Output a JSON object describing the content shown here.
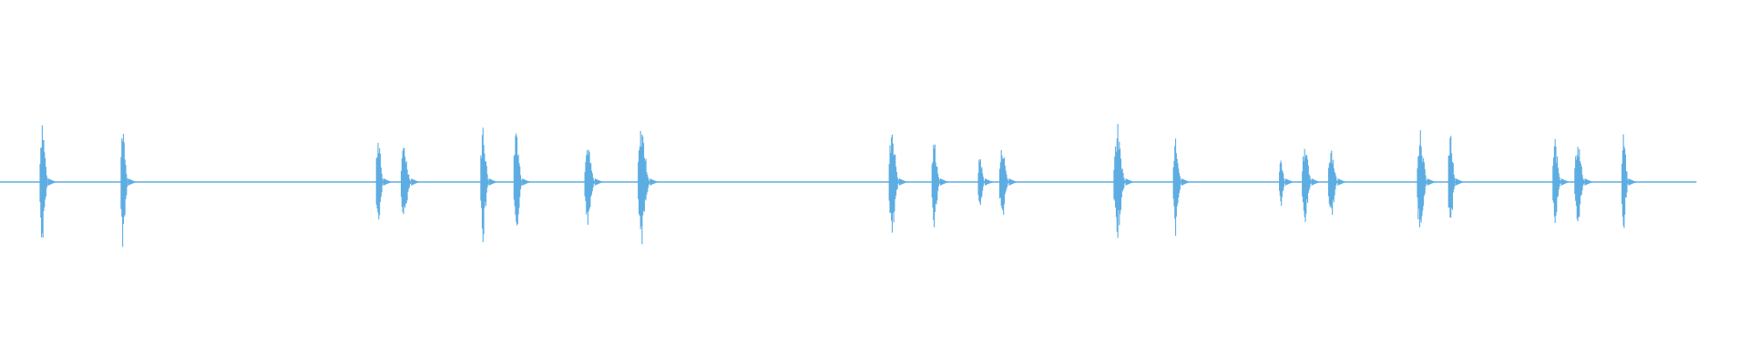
{
  "waveform": {
    "color": "#5DADE2",
    "baseline_color": "#5DADE2",
    "background": "#ffffff",
    "duration_fraction_shown": 0.97,
    "bursts": [
      {
        "time": 0.025,
        "amp_up": 0.63,
        "amp_down": 0.63,
        "width": 0.0025
      },
      {
        "time": 0.071,
        "amp_up": 0.63,
        "amp_down": 0.63,
        "width": 0.0022
      },
      {
        "time": 0.217,
        "amp_up": 0.5,
        "amp_down": 0.5,
        "width": 0.0022
      },
      {
        "time": 0.232,
        "amp_up": 0.38,
        "amp_down": 0.38,
        "width": 0.003
      },
      {
        "time": 0.277,
        "amp_up": 0.58,
        "amp_down": 0.58,
        "width": 0.0025
      },
      {
        "time": 0.296,
        "amp_up": 0.6,
        "amp_down": 0.6,
        "width": 0.0025
      },
      {
        "time": 0.337,
        "amp_up": 0.4,
        "amp_down": 0.4,
        "width": 0.003
      },
      {
        "time": 0.368,
        "amp_up": 0.58,
        "amp_down": 0.58,
        "width": 0.0035
      },
      {
        "time": 0.511,
        "amp_up": 0.58,
        "amp_down": 0.58,
        "width": 0.003
      },
      {
        "time": 0.535,
        "amp_up": 0.42,
        "amp_down": 0.42,
        "width": 0.0025
      },
      {
        "time": 0.561,
        "amp_up": 0.28,
        "amp_down": 0.28,
        "width": 0.002
      },
      {
        "time": 0.574,
        "amp_up": 0.38,
        "amp_down": 0.38,
        "width": 0.0028
      },
      {
        "time": 0.64,
        "amp_up": 0.55,
        "amp_down": 0.55,
        "width": 0.0035
      },
      {
        "time": 0.673,
        "amp_up": 0.5,
        "amp_down": 0.5,
        "width": 0.0025
      },
      {
        "time": 0.733,
        "amp_up": 0.25,
        "amp_down": 0.25,
        "width": 0.0018
      },
      {
        "time": 0.747,
        "amp_up": 0.42,
        "amp_down": 0.42,
        "width": 0.0028
      },
      {
        "time": 0.762,
        "amp_up": 0.38,
        "amp_down": 0.38,
        "width": 0.0028
      },
      {
        "time": 0.813,
        "amp_up": 0.56,
        "amp_down": 0.56,
        "width": 0.003
      },
      {
        "time": 0.83,
        "amp_up": 0.5,
        "amp_down": 0.5,
        "width": 0.0022
      },
      {
        "time": 0.89,
        "amp_up": 0.42,
        "amp_down": 0.42,
        "width": 0.0025
      },
      {
        "time": 0.903,
        "amp_up": 0.45,
        "amp_down": 0.45,
        "width": 0.003
      },
      {
        "time": 0.929,
        "amp_up": 0.48,
        "amp_down": 0.48,
        "width": 0.002
      }
    ]
  }
}
